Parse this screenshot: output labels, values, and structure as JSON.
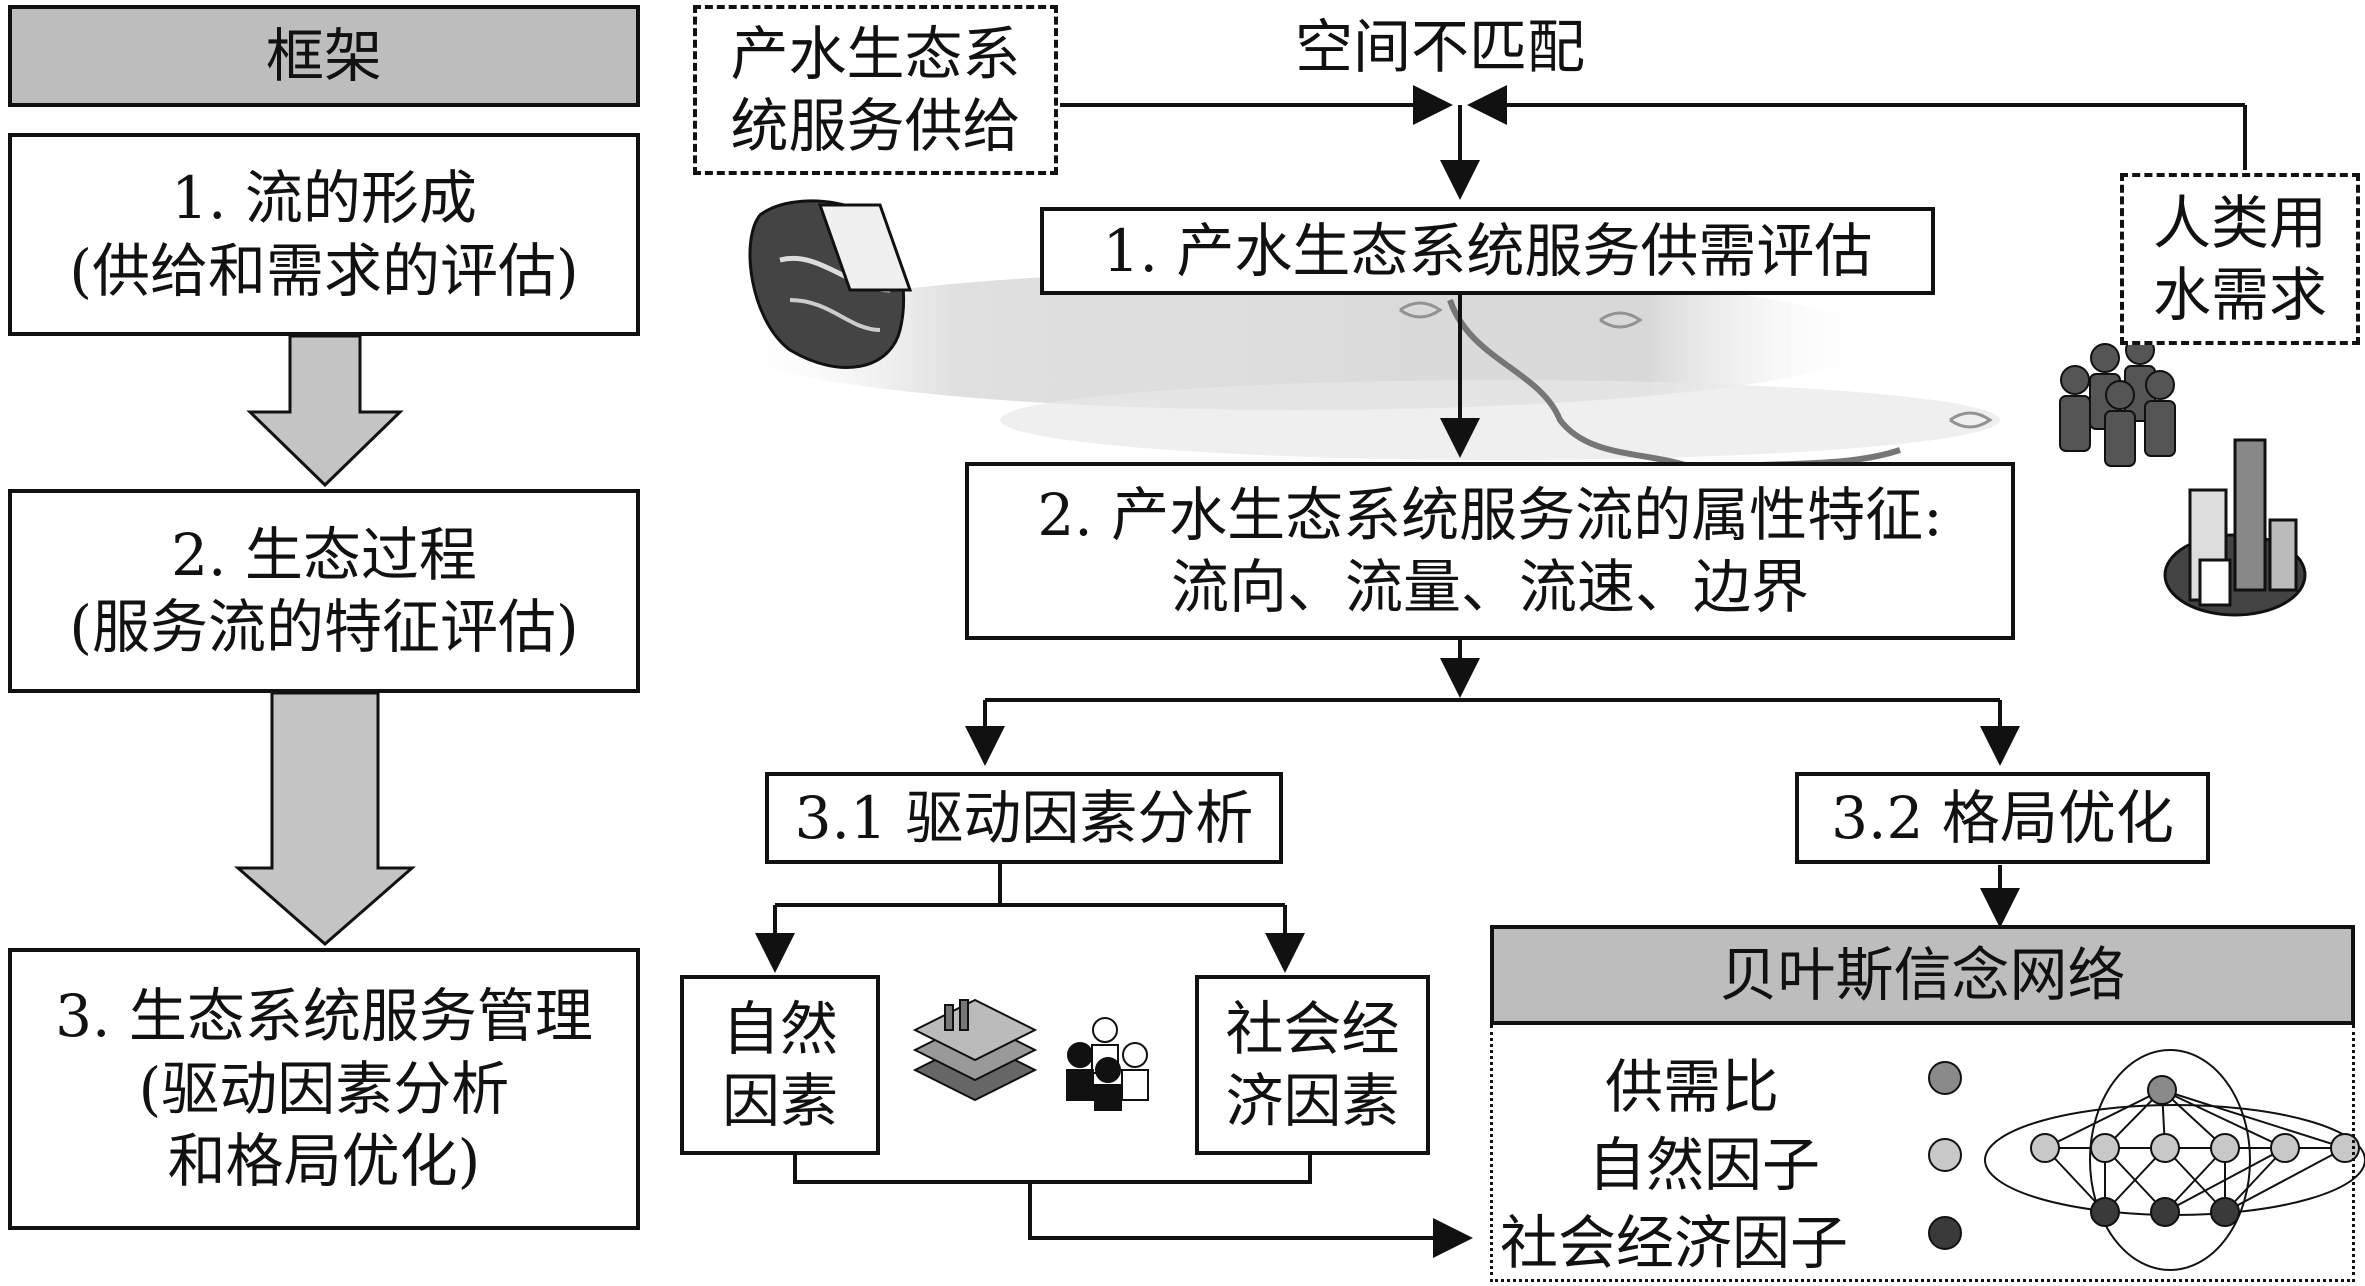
{
  "left": {
    "header": "框架",
    "step1": [
      "1. 流的形成",
      "(供给和需求的评估)"
    ],
    "step2": [
      "2. 生态过程",
      "(服务流的特征评估)"
    ],
    "step3": [
      "3. 生态系统服务管理",
      "(驱动因素分析",
      "和格局优化)"
    ]
  },
  "right": {
    "supply": [
      "产水生态系",
      "统服务供给"
    ],
    "mismatch": "空间不匹配",
    "demand": [
      "人类用",
      "水需求"
    ],
    "assess": "1. 产水生态系统服务供需评估",
    "flow": [
      "2. 产水生态系统服务流的属性特征:",
      "流向、流量、流速、边界"
    ],
    "driver": "3.1 驱动因素分析",
    "optimize": "3.2 格局优化",
    "natural": [
      "自然",
      "因素"
    ],
    "socio": [
      "社会经",
      "济因素"
    ],
    "bbn": {
      "title": "贝叶斯信念网络",
      "legend": [
        "供需比",
        "自然因子",
        "社会经济因子"
      ]
    }
  },
  "colors": {
    "arrow_gray": "#c4c4c4",
    "header_gray": "#bdbdbd",
    "node_dark": "#3a3a3a",
    "node_mid": "#8a8a8a",
    "node_light": "#c8c8c8"
  }
}
